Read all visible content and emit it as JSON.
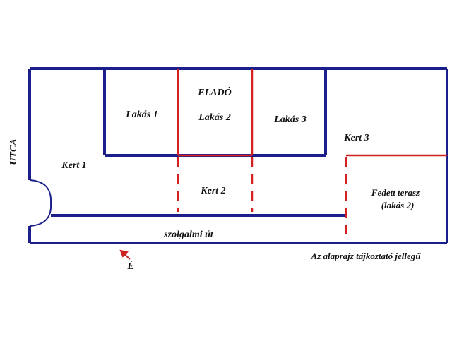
{
  "colors": {
    "wall": "#1a1f8c",
    "partition": "#d42020",
    "compass_arrow": "#cc2222",
    "text": "#111111"
  },
  "labels": {
    "street": "UTCA",
    "for_sale": "ELADÓ",
    "apartment_1": "Lakás 1",
    "apartment_2": "Lakás 2",
    "apartment_3": "Lakás 3",
    "garden_1": "Kert 1",
    "garden_2": "Kert 2",
    "garden_3": "Kert 3",
    "terrace_line1": "Fedett terasz",
    "terrace_line2": "(lakás 2)",
    "service_road": "szolgalmi út",
    "north": "É",
    "disclaimer": "Az alaprajz tájkoztató jellegű"
  },
  "icons": {
    "gate": "double-door-gate-icon",
    "north_arrow": "north-arrow-icon"
  }
}
